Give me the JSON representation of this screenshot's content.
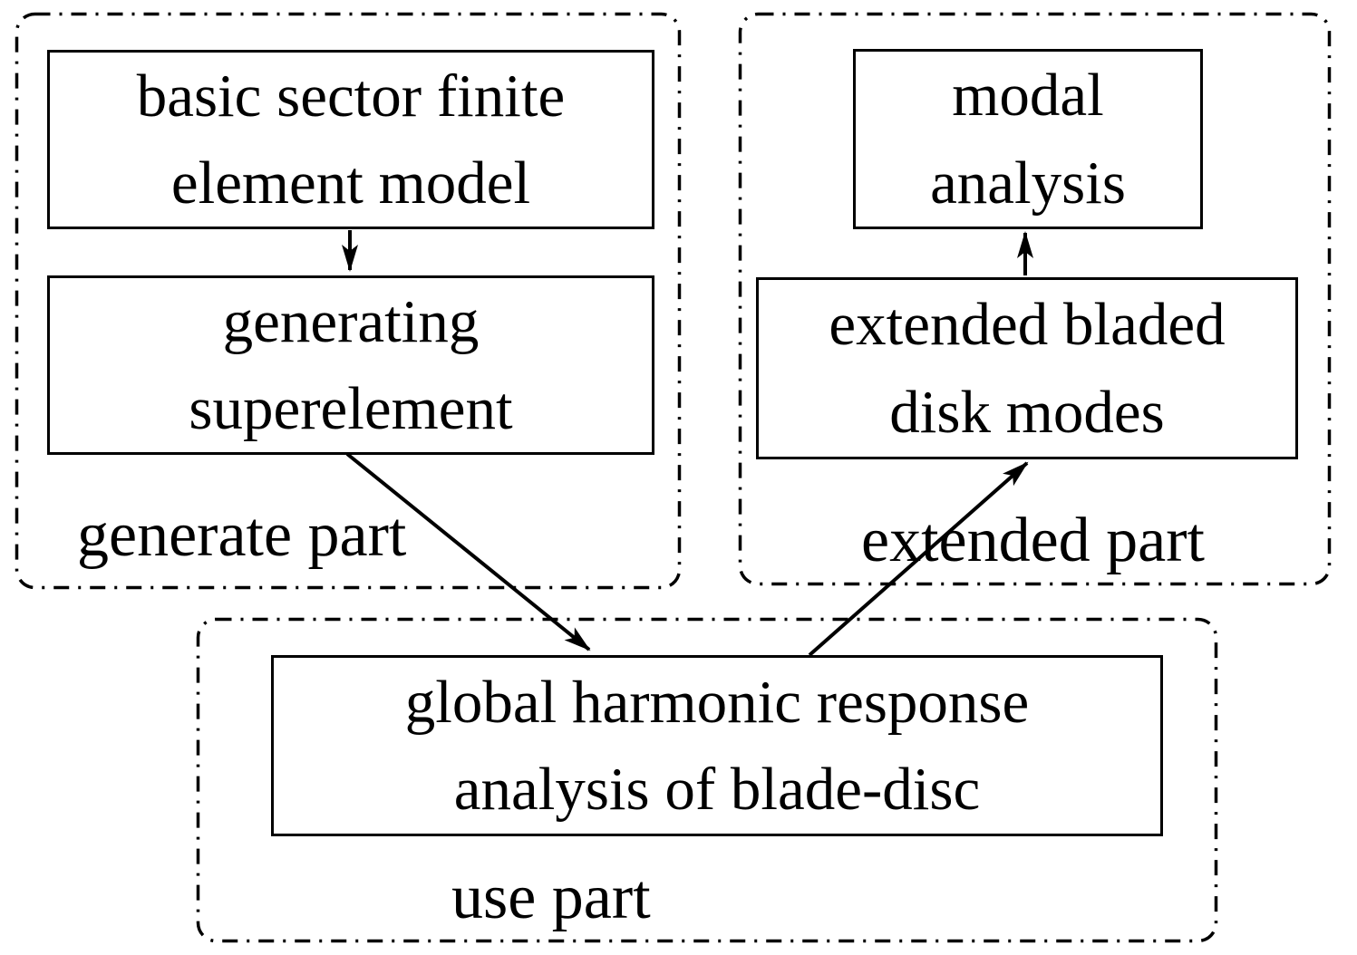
{
  "diagram": {
    "background_color": "#ffffff",
    "stroke_color": "#000000",
    "groups": [
      {
        "name": "generate-part",
        "label": "generate part"
      },
      {
        "name": "extended-part",
        "label": "extended part"
      },
      {
        "name": "use-part",
        "label": "use part"
      }
    ],
    "nodes": [
      {
        "name": "basic-sector-finite-element-model",
        "label": "basic sector finite\nelement model",
        "group": "generate part"
      },
      {
        "name": "generating-superelement",
        "label": "generating\nsuperelement",
        "group": "generate part"
      },
      {
        "name": "modal-analysis",
        "label": "modal\nanalysis",
        "group": "extended part"
      },
      {
        "name": "extended-bladed-disk-modes",
        "label": "extended bladed\ndisk modes",
        "group": "extended part"
      },
      {
        "name": "global-harmonic-response",
        "label": "global harmonic response\nanalysis of blade-disc",
        "group": "use part"
      }
    ],
    "arrows": [
      {
        "name": "model-to-superelement",
        "from": "basic sector finite element model",
        "to": "generating superelement"
      },
      {
        "name": "superelement-to-global",
        "from": "generating superelement",
        "to": "global harmonic response analysis of blade-disc"
      },
      {
        "name": "global-to-extended-modes",
        "from": "global harmonic response analysis of blade-disc",
        "to": "extended bladed disk modes"
      },
      {
        "name": "extended-modes-to-modal",
        "from": "extended bladed disk modes",
        "to": "modal analysis"
      }
    ]
  }
}
